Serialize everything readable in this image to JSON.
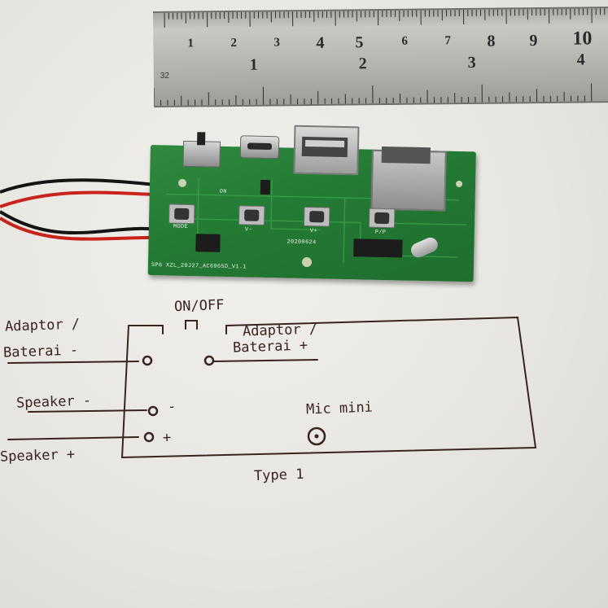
{
  "ruler": {
    "cm_marks": [
      "1",
      "2",
      "3",
      "4",
      "5",
      "6",
      "7",
      "8",
      "9",
      "10"
    ],
    "inch_marks": [
      "1",
      "2",
      "3",
      "4"
    ],
    "corner_label": "32"
  },
  "pcb": {
    "silkscreen": {
      "model": "SP6  XZL_20J27_AC6965D_V1.1",
      "date": "20200624",
      "mode_label": "MODE",
      "vminus_label": "V-",
      "vplus_label": "V+",
      "on_label": "ON",
      "pp_label": "P/P"
    }
  },
  "diagram": {
    "title": "Type 1",
    "switch_label": "ON/OFF",
    "adaptor_minus_line1": "Adaptor /",
    "adaptor_minus_line2": "Baterai -",
    "adaptor_plus_line1": "Adaptor /",
    "adaptor_plus_line2": "Baterai +",
    "speaker_minus": "Speaker -",
    "speaker_plus": "Speaker +",
    "mic_label": "Mic mini",
    "minus_sign": "-",
    "plus_sign": "+"
  },
  "colors": {
    "pcb_green": "#237a33",
    "ink": "#3b2320",
    "wire_red": "#c8241c",
    "wire_black": "#141414"
  }
}
